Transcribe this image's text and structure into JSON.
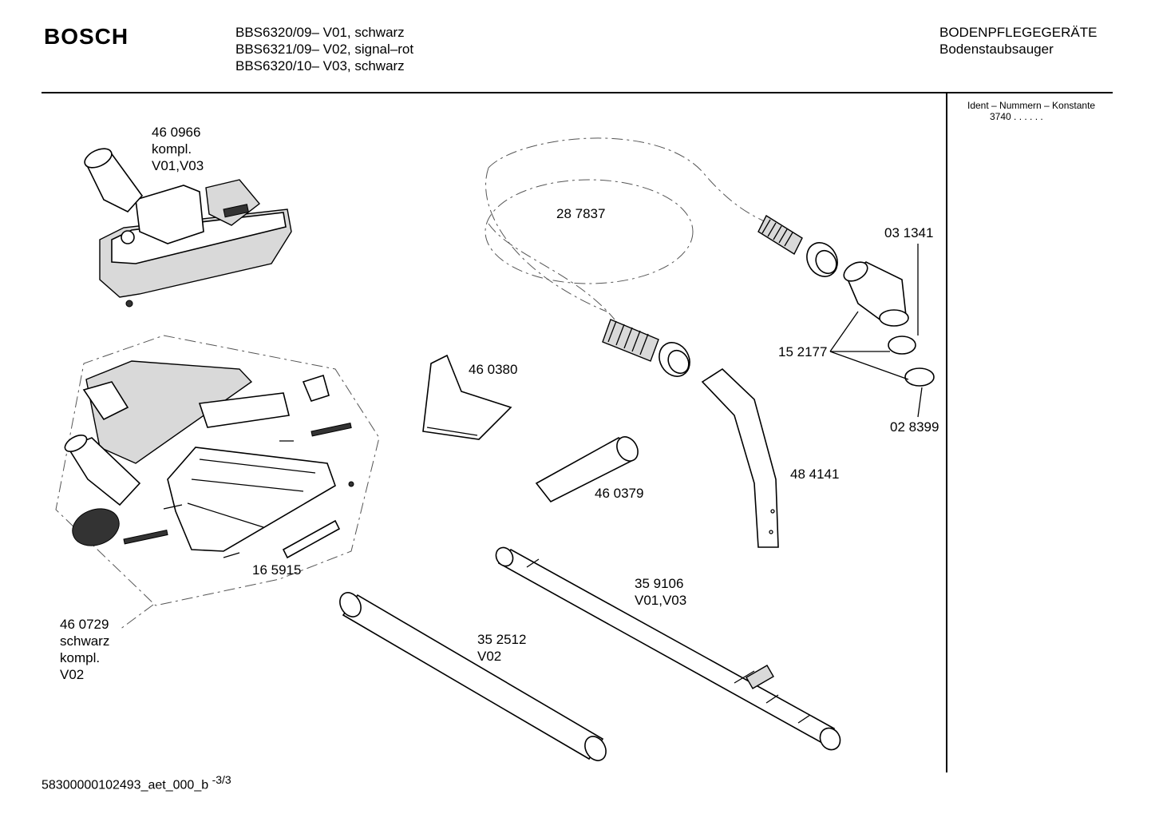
{
  "header": {
    "brand": "BOSCH",
    "models": [
      "BBS6320/09– V01, schwarz",
      "BBS6321/09– V02, signal–rot",
      "BBS6320/10– V03, schwarz"
    ],
    "category_title": "BODENPFLEGEGERÄTE",
    "category_subtitle": "Bodenstaubsauger"
  },
  "ident": {
    "label": "Ident – Nummern – Konstante",
    "value": "3740  . .    . . . ."
  },
  "parts": {
    "p460966": [
      "46 0966",
      "kompl.",
      "V01,V03"
    ],
    "p287837": "28 7837",
    "p031341": "03 1341",
    "p152177": "15 2177",
    "p028399": "02 8399",
    "p460380": "46 0380",
    "p460379": "46 0379",
    "p484141": "48 4141",
    "p165915": "16 5915",
    "p460729": [
      "46 0729",
      "schwarz",
      "kompl.",
      "V02"
    ],
    "p359106": [
      "35 9106",
      "V01,V03"
    ],
    "p352512": [
      "35 2512",
      "V02"
    ]
  },
  "footer": {
    "doc_id": "58300000102493_aet_000_b",
    "page": "3/3"
  }
}
